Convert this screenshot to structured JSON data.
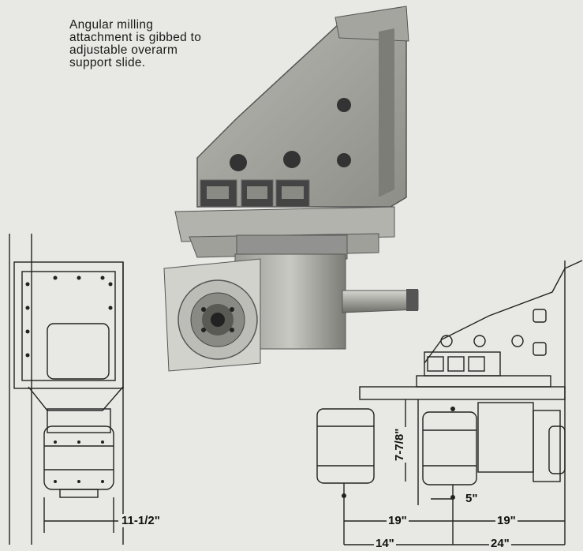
{
  "caption": {
    "lines": [
      "Angular milling",
      "attachment is gibbed to",
      "adjustable overarm",
      "support slide."
    ]
  },
  "dimensions": {
    "front_width": "11-1/2\"",
    "height_offset": "7-7/8\"",
    "offset_small": "5\"",
    "left_span": "19\"",
    "right_span": "19\"",
    "lower_left": "14\"",
    "lower_right": "24\""
  }
}
